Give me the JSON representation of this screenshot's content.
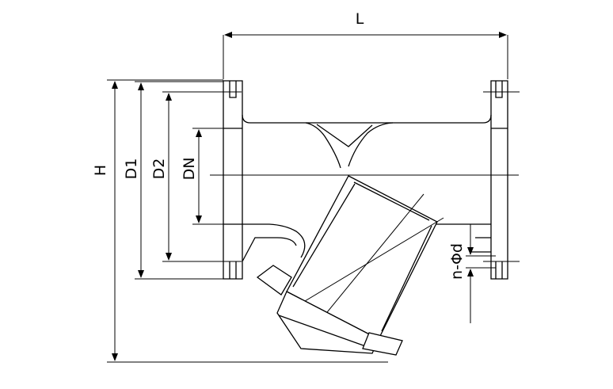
{
  "diagram": {
    "labels": {
      "length": "L",
      "height": "H",
      "d1": "D1",
      "d2": "D2",
      "dn": "DN",
      "bolt_holes": "n-Φd"
    }
  }
}
